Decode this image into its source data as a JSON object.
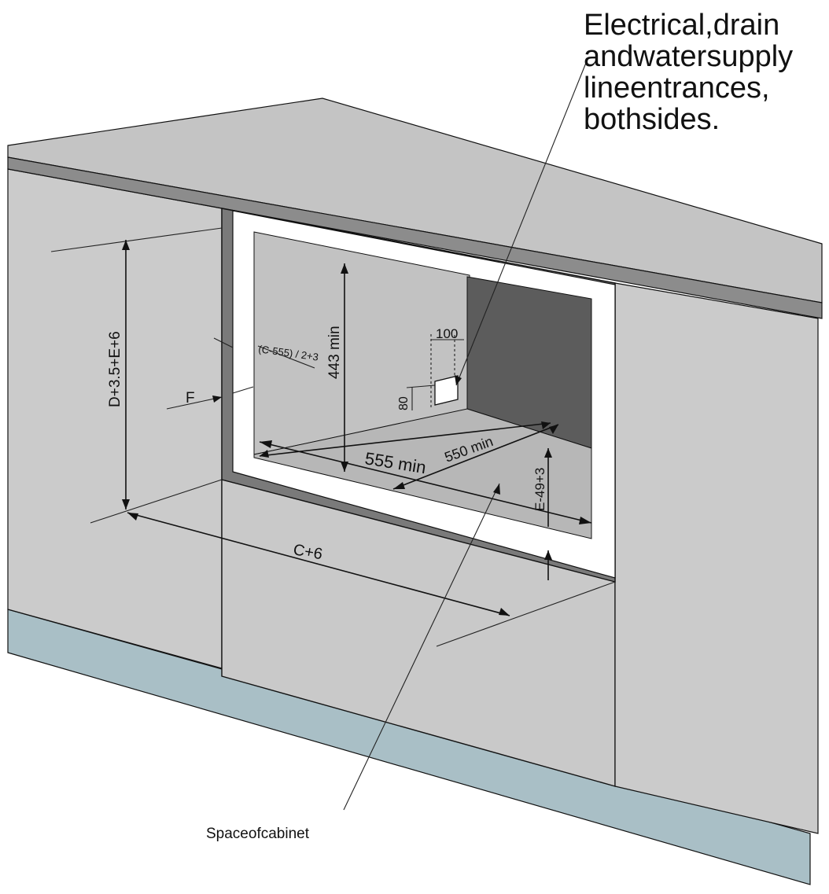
{
  "callouts": {
    "entrances_lines": [
      "Electrical,drain",
      "andwatersupply",
      "lineentrances,",
      "bothsides."
    ],
    "cabinet_space": "Spaceofcabinet"
  },
  "dimensions": {
    "height_total": "D+3.5+E+6",
    "side_gap": "F",
    "offset": "(C-555) / 2+3",
    "niche_height": "443 min",
    "port_width": "100",
    "port_height": "80",
    "niche_width": "555 min",
    "niche_depth": "550 min",
    "bottom_gap": "E-49+3",
    "cabinet_width": "C+6"
  },
  "colors": {
    "panel": "#cbcbcb",
    "panel_dark": "#bdbdbd",
    "counter_top": "#c4c4c4",
    "counter_edge": "#8c8c8c",
    "niche_back": "#595959",
    "frame": "#ffffff",
    "plinth": "#a9bfc6"
  }
}
